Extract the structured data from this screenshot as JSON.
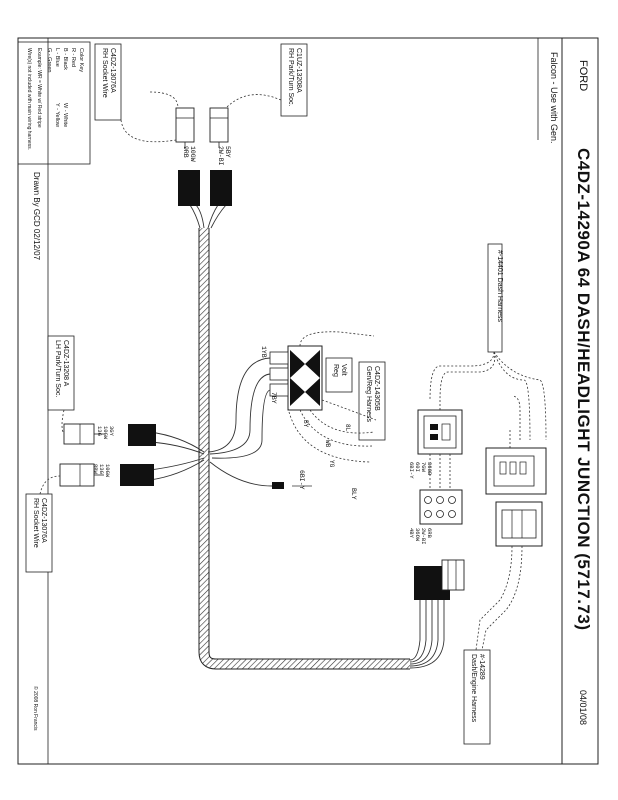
{
  "title_block": {
    "brand": "FORD",
    "title": "C4DZ-14290A   64 DASH/HEADLIGHT JUNCTION (5717.73)",
    "subtitle": "Falcon - Use with Gen.",
    "date": "04/01/08",
    "drawn_by": "Drawn By  GCD  02/12/07",
    "copyright": "© 2008 Ron Francis"
  },
  "legend": {
    "heading": "Color Key",
    "rows": [
      "R - Red",
      "B - Black",
      "W - White",
      "L - Blue",
      "Y - Yellow",
      "G - Green"
    ],
    "example": "Example: WR = White w/ Red stripe",
    "note": "Wire(s) not included with main wiring harness."
  },
  "labels": {
    "rh_socket": [
      "C4DZ-13076A",
      "RH Socket Wire"
    ],
    "rh_park": [
      "C1UZ-13208A",
      "RH Park/Turn Soc."
    ],
    "lh_park": [
      "C4DZ-13208 A",
      "LH Park/Turn Soc."
    ],
    "lh_socket": [
      "C4DZ-13076A",
      "RH Socket Wire"
    ],
    "dash_harness": "#-14401 Dash Harness",
    "engine_harness": [
      "#-14289",
      "Dash/Engine Harness"
    ],
    "volt_reg": [
      "Volt",
      "Reg"
    ],
    "gen_reg_harness": [
      "C4DZ-14305B",
      "Gen/Reg Harness"
    ]
  },
  "wires": {
    "w1": "10GW",
    "w2": "9RB",
    "w3": "5BY",
    "w4": "2W-BI",
    "w5": "1YB",
    "w6": "7BY",
    "w7": "BY",
    "w8": "8L",
    "w9": "WB",
    "w10": "YG",
    "w11": "6BI-Y",
    "w12": "BLY",
    "lh1": "3GY",
    "lh2": "10GW",
    "lh3": "13G",
    "lh4": "10GW",
    "lh5": "13G",
    "lh6": "8BW",
    "t1": "36GB",
    "t2": "7GW",
    "t3": "60I",
    "t4": "6BI-Y",
    "t5": "6RB",
    "t6": "2W-BI",
    "t7": "36OW",
    "t8": "4BY"
  }
}
